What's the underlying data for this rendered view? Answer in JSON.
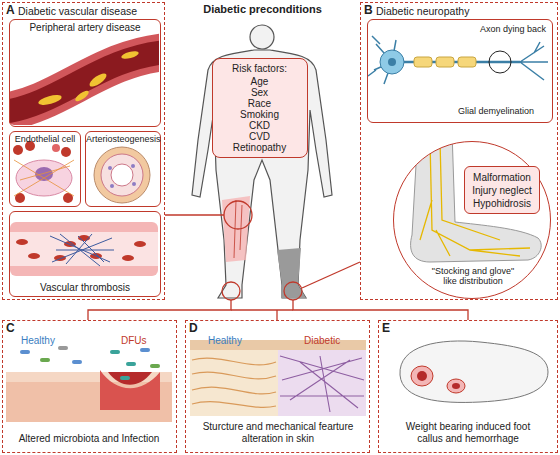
{
  "diagram": {
    "nodes": [
      {
        "text": [
          "A",
          "Diabetic vascular disease"
        ]
      },
      {
        "text": [
          "Peripheral artery disease"
        ],
        "in": 0
      },
      {
        "text": [
          "Endothelial cell"
        ],
        "in": 0
      },
      {
        "text": [
          "Arteriosteogenesis"
        ],
        "in": 0
      },
      {
        "text": [
          "Vascular thrombosis"
        ],
        "in": 0
      },
      {
        "text": [
          "Risk factors:",
          "Age Sex Race Smoking CKD CVD Retinopathy"
        ]
      },
      {
        "text": [
          "B",
          "Diabetic neuropathy"
        ]
      },
      {
        "text": [
          "Axon dying back",
          "Glial demyelination"
        ],
        "in": 6
      },
      {
        "text": [
          "\"Stocking and glove\" like distribution"
        ],
        "in": 6
      },
      {
        "text": [
          "Malformation Injury neglect Hypohidrosis"
        ],
        "in": 8
      },
      {
        "text": [
          "C",
          "Healthy",
          "DFUs",
          "Altered microbiota and Infection"
        ]
      },
      {
        "text": [
          "D",
          "Healthy",
          "Diabetic",
          "Sturcture and mechanical fearture alteration in skin"
        ]
      },
      {
        "text": [
          "E",
          "Weight bearing induced foot callus and hemorrhage"
        ]
      }
    ],
    "labels": [
      "Diabetic preconditions"
    ]
  }
}
